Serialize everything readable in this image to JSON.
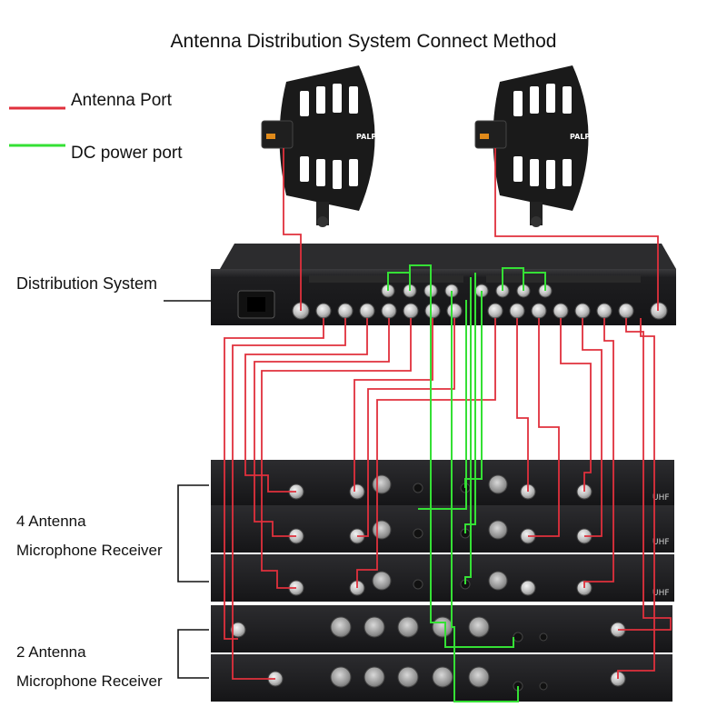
{
  "title": "Antenna Distribution System Connect Method",
  "legend": {
    "antenna_port": {
      "label": "Antenna Port",
      "color": "#e0303c"
    },
    "dc_power_port": {
      "label": "DC power port",
      "color": "#35e035"
    }
  },
  "labels": {
    "distribution_system": "Distribution System",
    "four_antenna_line1": "4 Antenna",
    "four_antenna_line2": "Microphone Receiver",
    "two_antenna_line1": "2 Antenna",
    "two_antenna_line2": "Microphone Receiver"
  },
  "antenna_brand": "PALPEAL",
  "receiver_badge": "UHF",
  "colors": {
    "device_body": "#1c1c1e",
    "connector": "#c9c9c9",
    "panel_text": "#8a8a8a"
  }
}
